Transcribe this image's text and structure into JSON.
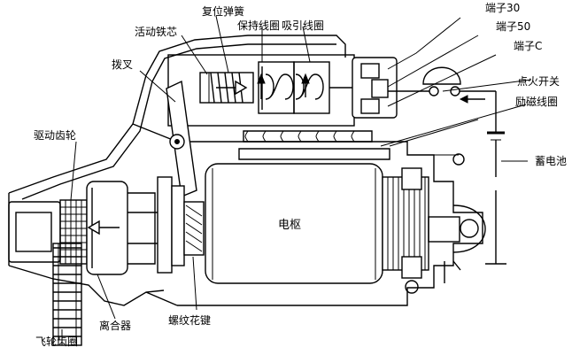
{
  "labels": {
    "terminal_30": "端子30",
    "terminal_50": "端子50",
    "terminal_c": "端子C",
    "return_spring": "复位弹簧",
    "hold_coil": "保持线圈",
    "pull_coil": "吸引线圈",
    "plunger": "活动铁芯",
    "shift_fork": "拨叉",
    "drive_pinion": "驱动齿轮",
    "ignition_switch": "点火开关",
    "field_coil": "励磁线圈",
    "battery": "蓄电池",
    "armature": "电枢",
    "flywheel_ring_gear": "飞轮齿圈",
    "clutch": "离合器",
    "helical_spline": "螺纹花键"
  },
  "icons": {
    "plunger_arrow": "arrow-right-icon",
    "hold_coil_arrow": "arrow-up-icon",
    "pull_coil_arrow": "arrow-up-icon",
    "clutch_arrow": "arrow-left-icon",
    "current_arrow": "arrow-left-icon"
  }
}
